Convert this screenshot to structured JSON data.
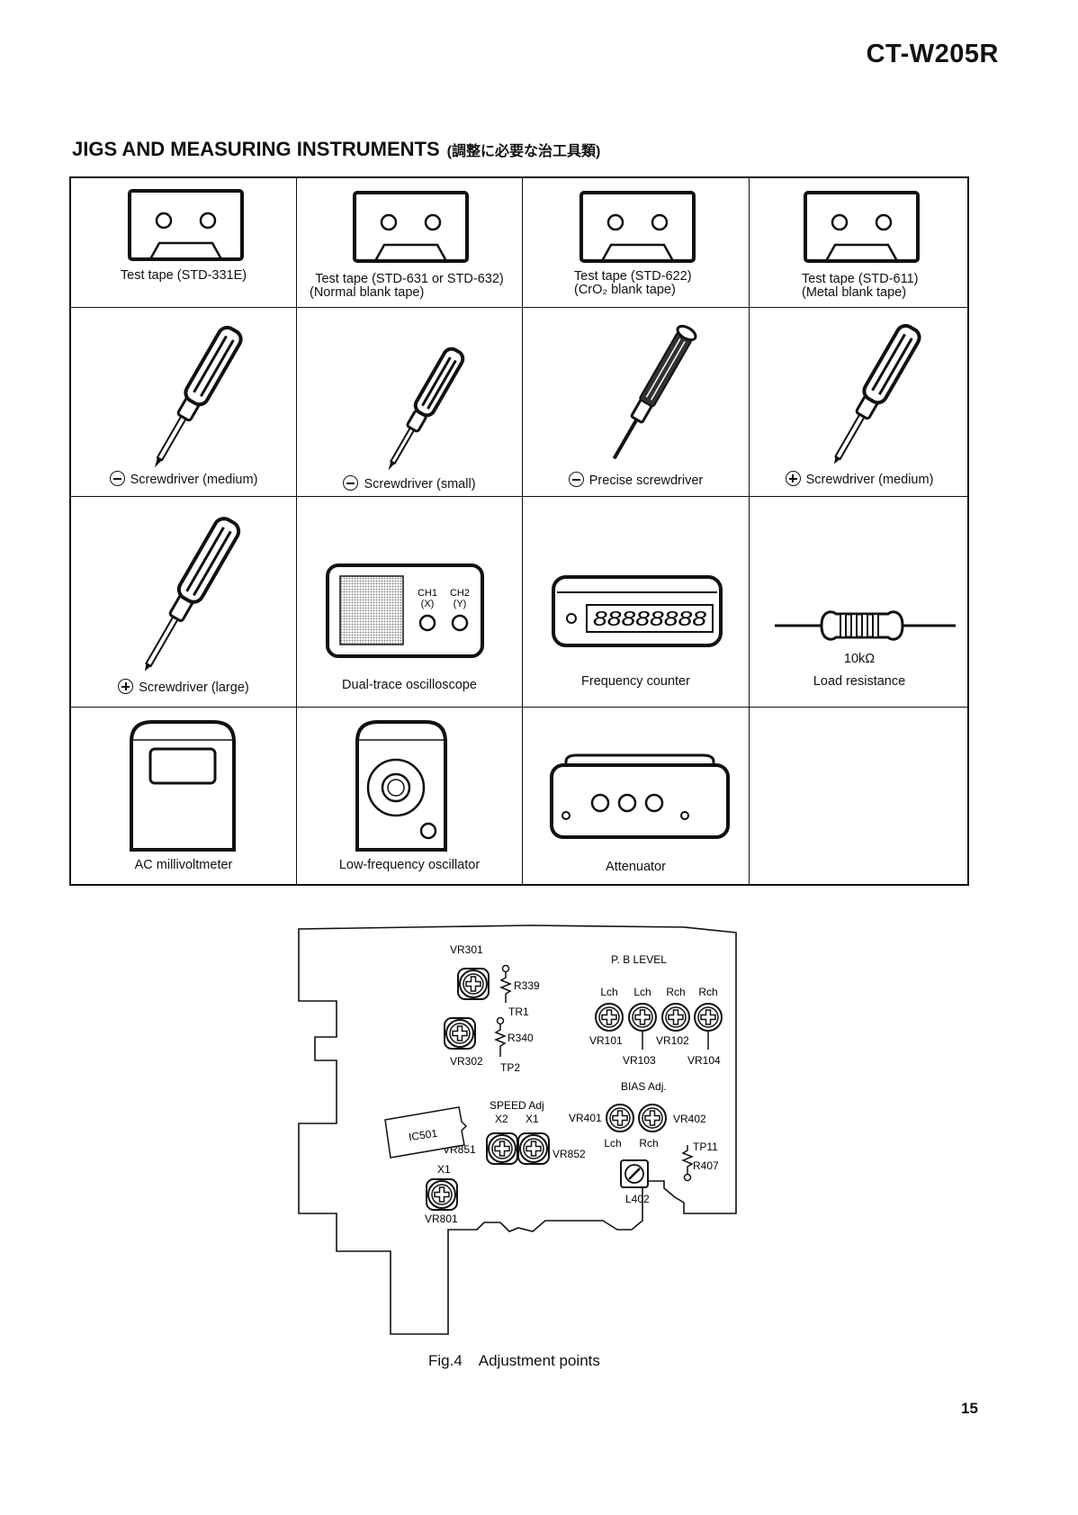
{
  "header": {
    "model": "CT-W205R"
  },
  "section": {
    "title": "JIGS AND MEASURING INSTRUMENTS",
    "title_jp": "(調整に必要な治工具類)"
  },
  "tools": {
    "t1": {
      "line1": "Test tape (STD-331E)"
    },
    "t2": {
      "line1": "Test tape (STD-631 or STD-632)",
      "line2": "(Normal blank tape)"
    },
    "t3": {
      "line1": "Test tape (STD-622)",
      "line2": "(CrO₂ blank tape)"
    },
    "t4": {
      "line1": "Test tape (STD-611)",
      "line2": "(Metal blank tape)"
    },
    "t5": {
      "label": "Screwdriver (medium)"
    },
    "t6": {
      "label": "Screwdriver (small)"
    },
    "t7": {
      "label": "Precise screwdriver"
    },
    "t8": {
      "label": "Screwdriver (medium)"
    },
    "t9": {
      "label": "Screwdriver (large)"
    },
    "t10": {
      "label": "Dual-trace oscilloscope",
      "ch1": "CH1",
      "ch1x": "(X)",
      "ch2": "CH2",
      "ch2y": "(Y)"
    },
    "t11": {
      "label": "Frequency counter",
      "display": "88888888"
    },
    "t12": {
      "value": "10kΩ",
      "label": "Load resistance"
    },
    "t13": {
      "label": "AC millivoltmeter"
    },
    "t14": {
      "label": "Low-frequency oscillator"
    },
    "t15": {
      "label": "Attenuator"
    }
  },
  "figure": {
    "caption": "Fig.4    Adjustment points",
    "labels": {
      "vr301": "VR301",
      "r339": "R339",
      "tr1": "TR1",
      "vr302": "VR302",
      "r340": "R340",
      "tp2": "TP2",
      "pblevel": "P. B LEVEL",
      "lch1": "Lch",
      "lch2": "Lch",
      "rch1": "Rch",
      "rch2": "Rch",
      "vr101": "VR101",
      "vr102": "VR102",
      "vr103": "VR103",
      "vr104": "VR104",
      "bias": "BIAS Adj.",
      "vr401": "VR401",
      "vr402": "VR402",
      "lch3": "Lch",
      "rch3": "Rch",
      "tp11": "TP11",
      "r407": "R407",
      "l402": "L402",
      "speed": "SPEED Adj",
      "x2": "X2",
      "x1a": "X1",
      "vr851": "VR851",
      "vr852": "VR852",
      "ic501": "IC501",
      "x1b": "X1",
      "vr801": "VR801"
    }
  },
  "page": {
    "number": "15"
  }
}
